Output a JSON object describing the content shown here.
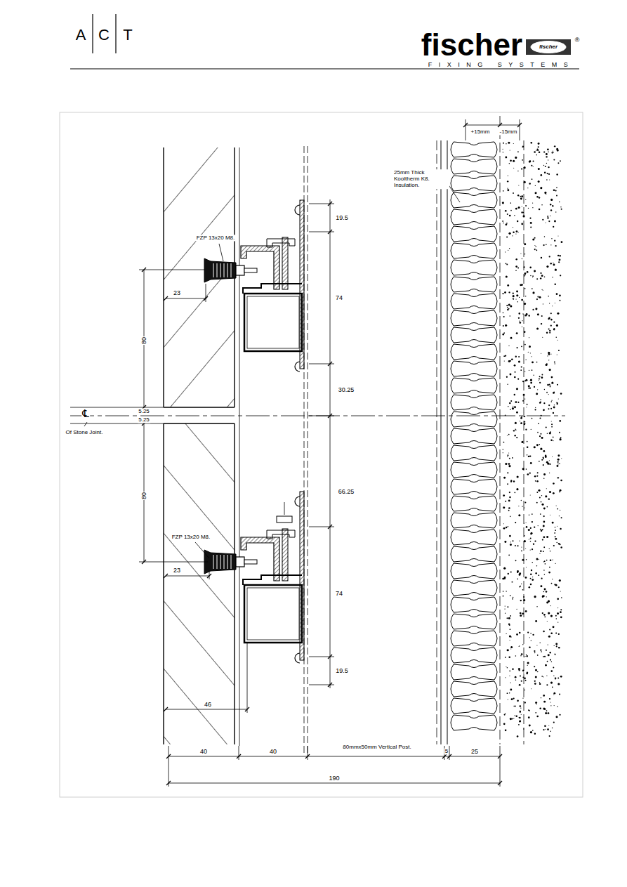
{
  "diagram": {
    "labels": [
      "A",
      "C",
      "T",
      "fischer",
      "fischer",
      "®",
      "FIXING SYSTEMS",
      "+15mm",
      "-15mm",
      "25mm Thick Kooltherm K8. Insulation.",
      "FZP 13x20 M8.",
      "19.5",
      "74",
      "23",
      "80",
      "30.25",
      "℄",
      "Of Stone Joint.",
      "5.25",
      "5.25",
      "66.25",
      "80",
      "FZP 13x20 M8.",
      "74",
      "23",
      "19.5",
      "46",
      "40",
      "40",
      "80mmx50mm Vertical Post.",
      "5",
      "25",
      "190"
    ]
  }
}
